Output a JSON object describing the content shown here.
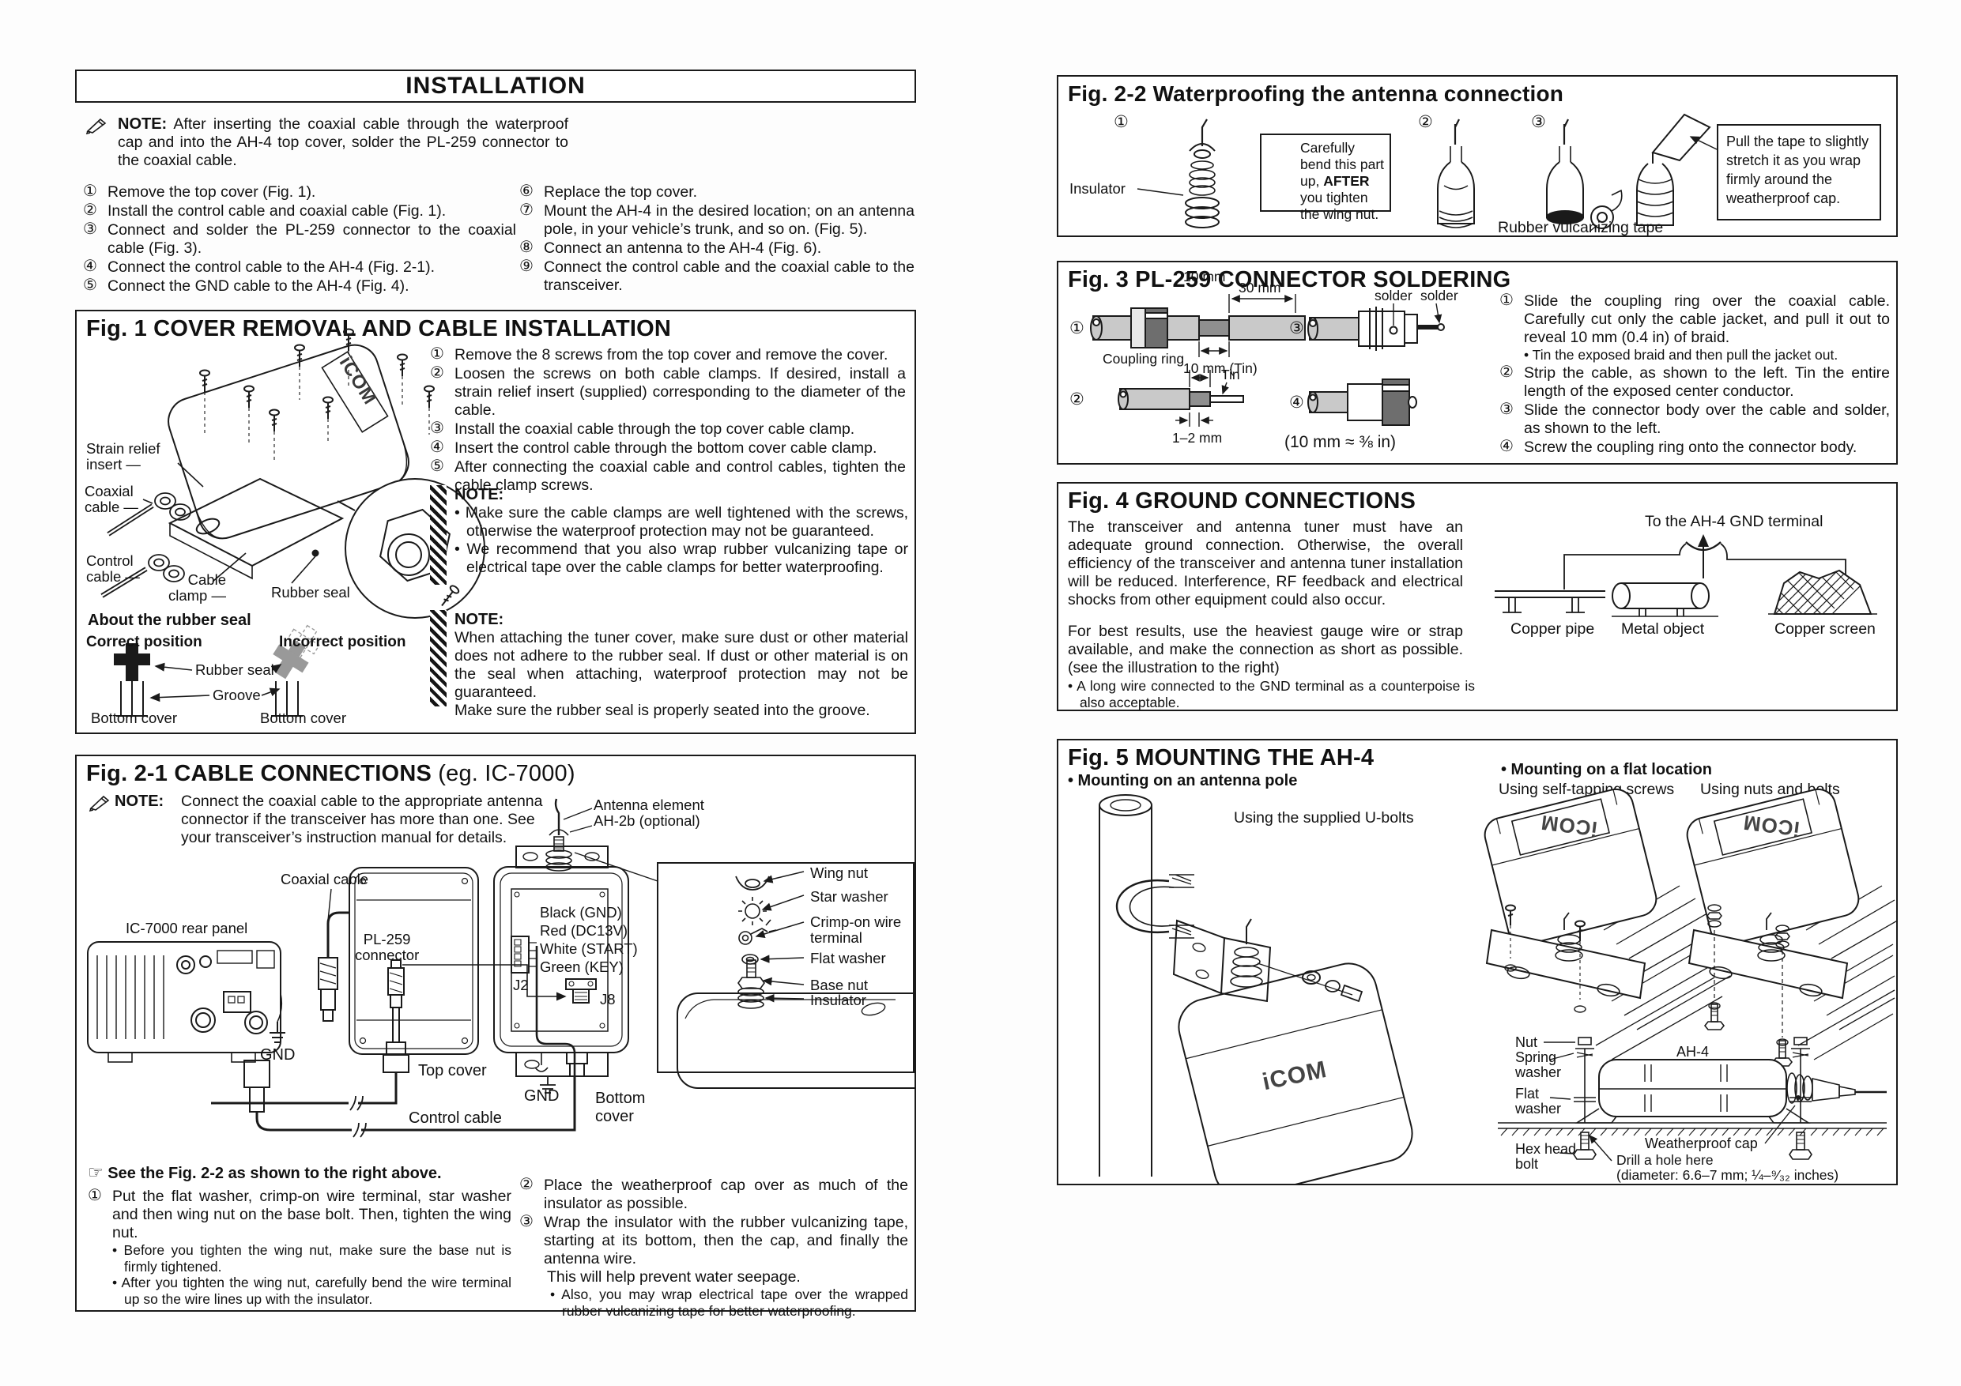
{
  "colors": {
    "ink": "#1a1a1a",
    "gray_light": "#c9c9c9",
    "gray_mid": "#8f8f8f",
    "gray_dark": "#6e6e6e"
  },
  "header": {
    "title": "INSTALLATION"
  },
  "intro": {
    "note": {
      "label": "NOTE:",
      "text": "After inserting the coaxial cable through the waterproof cap and into the AH-4 top cover, solder the PL-259 connector to the coaxial cable."
    },
    "left": [
      {
        "n": "①",
        "t": "Remove the top cover (Fig. 1)."
      },
      {
        "n": "②",
        "t": "Install the control cable and coaxial cable (Fig. 1)."
      },
      {
        "n": "③",
        "t": "Connect and solder the PL-259 connector to the coaxial cable (Fig. 3)."
      },
      {
        "n": "④",
        "t": "Connect the control cable to the AH-4 (Fig. 2-1)."
      },
      {
        "n": "⑤",
        "t": "Connect the GND cable to the AH-4 (Fig. 4)."
      }
    ],
    "right": [
      {
        "n": "⑥",
        "t": "Replace the top cover."
      },
      {
        "n": "⑦",
        "t": "Mount the AH-4 in the desired location; on an antenna pole, in your vehicle’s trunk, and so on. (Fig. 5)."
      },
      {
        "n": "⑧",
        "t": "Connect an antenna to the AH-4 (Fig. 6)."
      },
      {
        "n": "⑨",
        "t": "Connect the control cable and the coaxial cable to the transceiver."
      }
    ]
  },
  "fig1": {
    "title": "Fig. 1 COVER REMOVAL AND CABLE INSTALLATION",
    "logo": "iCOM",
    "steps": [
      {
        "n": "①",
        "t": "Remove the 8 screws from the top cover and remove the cover."
      },
      {
        "n": "②",
        "t": "Loosen the screws on both cable clamps. If desired, install a strain relief insert (supplied) corresponding to the diameter of the cable."
      },
      {
        "n": "③",
        "t": "Install the coaxial cable through the top cover cable clamp."
      },
      {
        "n": "④",
        "t": "Insert the control cable through the bottom cover cable clamp."
      },
      {
        "n": "⑤",
        "t": "After connecting the coaxial cable and control cables, tighten the cable clamp screws."
      }
    ],
    "note1": {
      "label": "NOTE:",
      "b1": "• Make sure the cable clamps are well tightened with the screws, otherwise the waterproof protection may not be guaranteed.",
      "b2": "• We recommend that you also wrap rubber vulcanizing tape or electrical tape over the cable clamps for better waterproofing."
    },
    "note2": {
      "label": "NOTE:",
      "p1": "When attaching the tuner cover, make sure dust or other material does not adhere to the rubber seal. If dust or other material is on the seal when attaching, waterproof protection may not be guaranteed.",
      "p2": "Make sure the rubber seal is properly seated into the groove."
    },
    "lab": {
      "strain1": "Strain relief",
      "strain2": "insert",
      "coax1": "Coaxial",
      "coax2": "cable",
      "ctrl1": "Control",
      "ctrl2": "cable",
      "clamp1": "Cable",
      "clamp2": "clamp",
      "seal": "Rubber seal"
    },
    "seal": {
      "heading": "About the rubber seal",
      "correct": "Correct position",
      "incorrect": "Incorrect position",
      "seal": "Rubber seal",
      "groove": "Groove",
      "bc1": "Bottom cover",
      "bc2": "Bottom cover"
    }
  },
  "fig21": {
    "title": "Fig. 2-1 CABLE CONNECTIONS",
    "suffix": " (eg. IC-7000)",
    "note": {
      "label": "NOTE:",
      "text": "Connect the coaxial cable to the appropriate antenna connector if the transceiver has more than one. See your transceiver’s instruction manual for details."
    },
    "lab": {
      "coax": "Coaxial cable",
      "rear": "IC-7000 rear panel",
      "pl1": "PL-259",
      "pl2": "connector",
      "ant1": "Antenna element",
      "ant2": "AH-2b (optional)",
      "black": "Black (GND)",
      "red": "Red (DC13V)",
      "white": "White (START)",
      "green": "Green (KEY)",
      "j2": "J2",
      "j8": "J8",
      "gnd1": "GND",
      "gnd2": "GND",
      "top": "Top cover",
      "bot1": "Bottom",
      "bot2": "cover",
      "ctrl": "Control cable"
    },
    "inset": {
      "wing": "Wing nut",
      "star": "Star washer",
      "crimp1": "Crimp-on wire",
      "crimp2": "terminal",
      "flat": "Flat washer",
      "base": "Base nut",
      "ins": "Insulator"
    },
    "see": {
      "icon": "☞",
      "text": "See the Fig. 2-2 as shown to the right above."
    },
    "s1": {
      "n": "①",
      "t": "Put the flat washer, crimp-on wire terminal, star washer and then wing nut on the base bolt. Then, tighten the wing nut.",
      "b1": "• Before you tighten the wing nut, make sure the base nut is firmly tightened.",
      "b2": "• After you tighten the wing nut, carefully bend the wire terminal up so the wire lines up with the insulator."
    },
    "s2": {
      "n": "②",
      "t": "Place the weatherproof cap over as much of the insulator as possible."
    },
    "s3": {
      "n": "③",
      "t": "Wrap the insulator with the rubber vulcanizing tape, starting at its bottom, then the cap, and finally the antenna wire.",
      "t2": "This will help prevent water seepage.",
      "b1": "• Also, you may wrap electrical tape over the wrapped rubber vulcanizing tape for better waterproofing."
    }
  },
  "fig22": {
    "title": "Fig. 2-2 Waterproofing the antenna connection",
    "n1": "①",
    "n2": "②",
    "n3": "③",
    "ins": "Insulator",
    "c1a": "Carefully bend this part up, ",
    "c1b": "AFTER",
    "c1c": " you tighten the wing nut.",
    "tape": "Rubber vulcanizing tape",
    "c2": "Pull the tape to slightly stretch it as you wrap firmly around the weatherproof cap."
  },
  "fig3": {
    "title": "Fig. 3 PL-259 CONNECTOR SOLDERING",
    "d": {
      "n1": "①",
      "n2": "②",
      "n3": "③",
      "n4": "④",
      "mm30": "30 mm",
      "coupling": "Coupling ring",
      "mm10tin": "10 mm (Tin)",
      "mm10": "10 mm",
      "tin": "Tin",
      "mm12": "1–2 mm",
      "solder1": "solder",
      "solder2": "solder",
      "approx": "(10 mm ≈ ⅜ in)"
    },
    "s1": {
      "n": "①",
      "t": "Slide the coupling ring over the coaxial cable. Carefully cut only the cable jacket, and pull it out to reveal 10 mm (0.4 in) of braid.",
      "b": "• Tin the exposed braid and then pull the jacket out."
    },
    "s2": {
      "n": "②",
      "t": "Strip the cable, as shown to the left. Tin the entire length of the exposed center conductor."
    },
    "s3": {
      "n": "③",
      "t": "Slide the connector body over the cable and solder, as shown to the left."
    },
    "s4": {
      "n": "④",
      "t": "Screw the coupling ring onto the connector body."
    }
  },
  "fig4": {
    "title": "Fig. 4 GROUND CONNECTIONS",
    "p1": "The transceiver and antenna tuner must have an adequate ground connection. Otherwise, the overall efficiency of the transceiver and antenna tuner installation will be reduced. Interference, RF feedback and electrical shocks from other equipment could also occur.",
    "p2": "For best results, use the heaviest gauge wire or strap available, and make the connection as short as possible. (see the illustration to the right)",
    "b1": "• A long wire connected to the GND terminal as a counterpoise is also acceptable.",
    "lab": {
      "gnd": "To the AH-4 GND terminal",
      "pipe": "Copper pipe",
      "metal": "Metal object",
      "screen": "Copper screen"
    }
  },
  "fig5": {
    "title": "Fig. 5 MOUNTING THE AH-4",
    "subL": "• Mounting on an antenna pole",
    "subR": "• Mounting on a flat location",
    "capL": "Using the supplied U-bolts",
    "capR1": "Using self-tapping screws",
    "capR2": "Using nuts and bolts",
    "logo": "iCOM",
    "lab": {
      "nut": "Nut",
      "spring1": "Spring",
      "spring2": "washer",
      "flat1": "Flat",
      "flat2": "washer",
      "hex1": "Hex head",
      "hex2": "bolt",
      "ah4": "AH-4",
      "cap": "Weatherproof cap",
      "drill1": "Drill a hole here",
      "drill2": "(diameter: 6.6–7 mm; ¼–⁹⁄₃₂ inches)"
    }
  }
}
